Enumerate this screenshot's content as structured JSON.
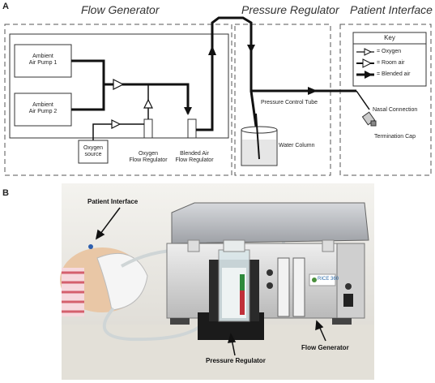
{
  "panel_a": {
    "letter": "A",
    "sections": {
      "flow_generator": "Flow Generator",
      "pressure_regulator": "Pressure Regulator",
      "patient_interface": "Patient Interface"
    },
    "components": {
      "pump1_line1": "Ambient",
      "pump1_line2": "Air Pump 1",
      "pump2_line1": "Ambient",
      "pump2_line2": "Air Pump 2",
      "oxygen_source_line1": "Oxygen",
      "oxygen_source_line2": "source",
      "oxygen_reg_line1": "Oxygen",
      "oxygen_reg_line2": "Flow Regulator",
      "blended_reg_line1": "Blended Air",
      "blended_reg_line2": "Flow Regulator",
      "pressure_tube": "Pressure Control Tube",
      "water_column": "Water Column",
      "nasal_connection": "Nasal Connection",
      "termination_cap": "Termination Cap"
    },
    "key": {
      "title": "Key",
      "items": [
        "= Oxygen",
        "= Room air",
        "= Blended air"
      ]
    }
  },
  "panel_b": {
    "letter": "B",
    "labels": {
      "patient_interface": "Patient Interface",
      "pressure_regulator": "Pressure Regulator",
      "flow_generator": "Flow Generator"
    },
    "device_brand": "RICE 360"
  }
}
